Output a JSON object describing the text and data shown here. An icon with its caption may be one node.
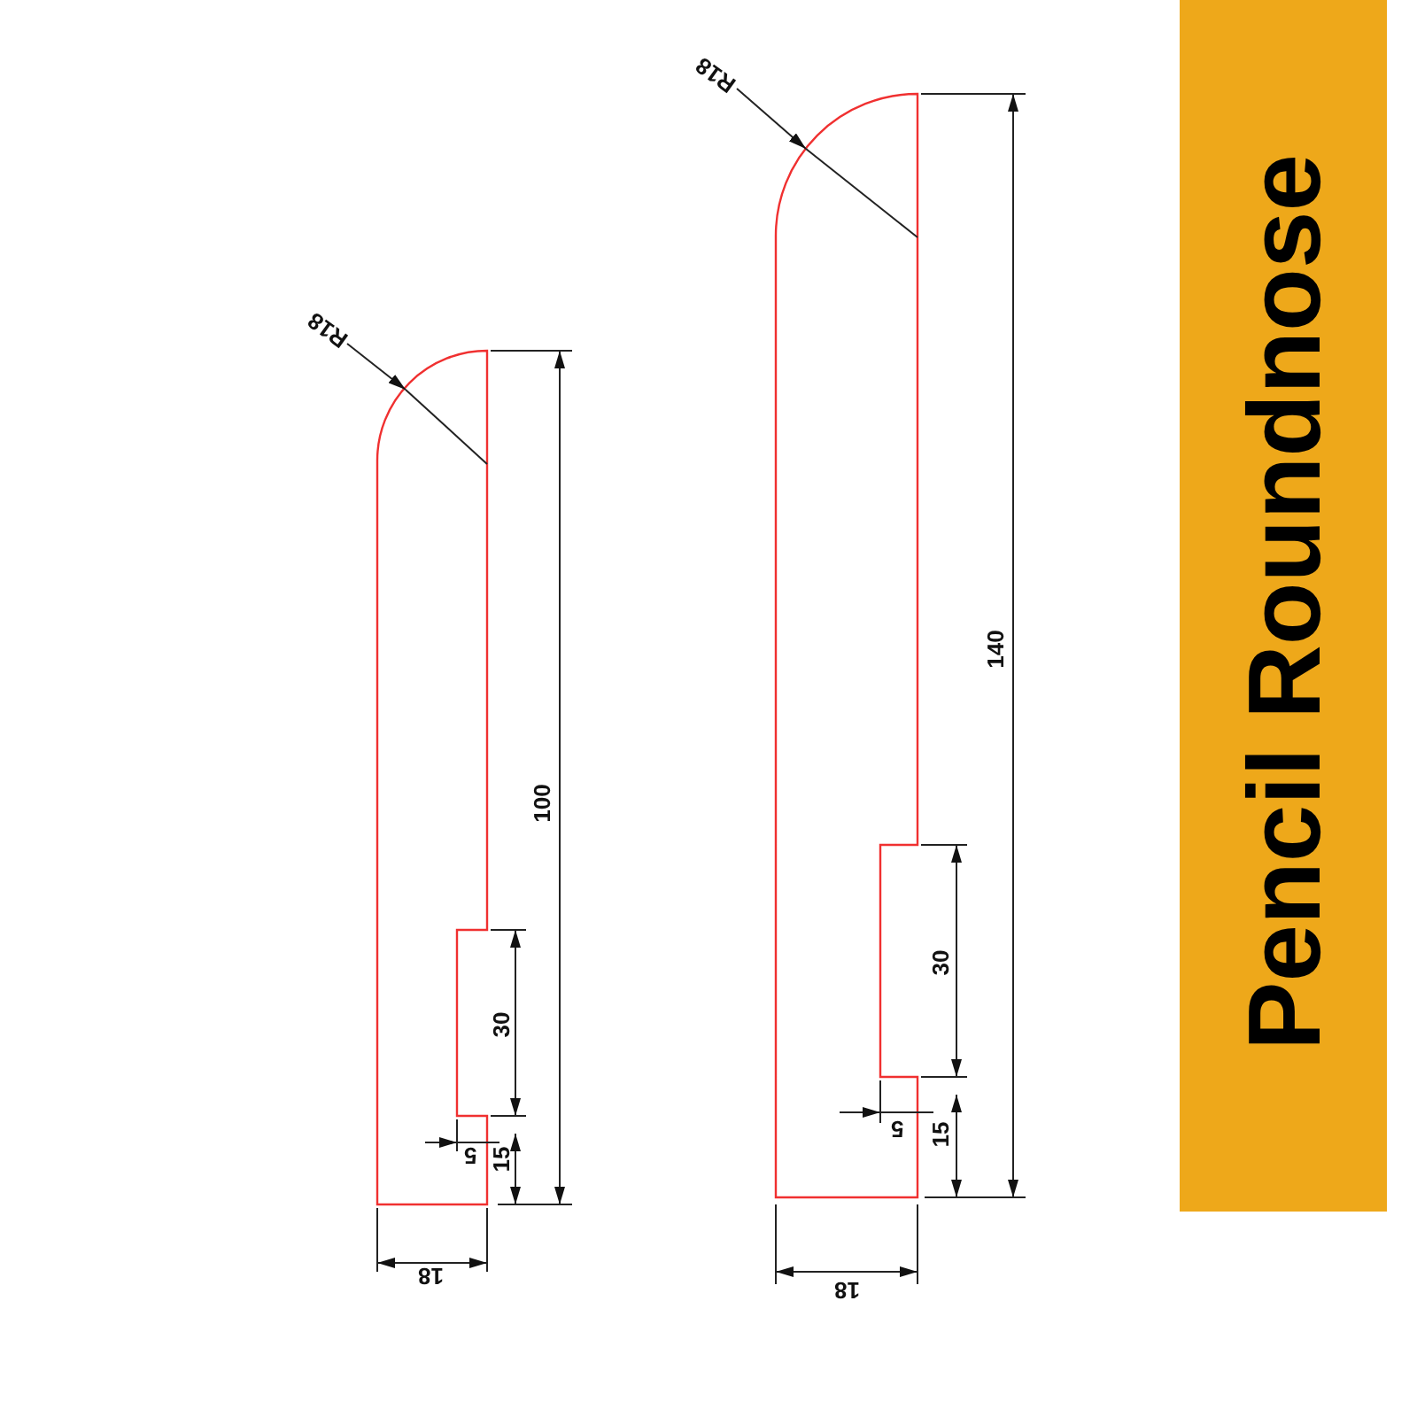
{
  "diagram": {
    "title": "Pencil Roundnose",
    "nodes": [
      {
        "text": [
          "R18"
        ]
      },
      {
        "text": [],
        "shape": "picture"
      },
      {
        "text": [
          "R18"
        ]
      },
      {
        "text": [],
        "shape": "picture"
      }
    ],
    "edges": [
      {
        "from": 0,
        "to": 1,
        "arrow": "to"
      },
      {
        "from": 2,
        "to": 3,
        "arrow": "to"
      }
    ],
    "labels": [
      "100",
      "30",
      "5",
      "15",
      "18",
      "140",
      "30",
      "5",
      "15",
      "18"
    ]
  }
}
